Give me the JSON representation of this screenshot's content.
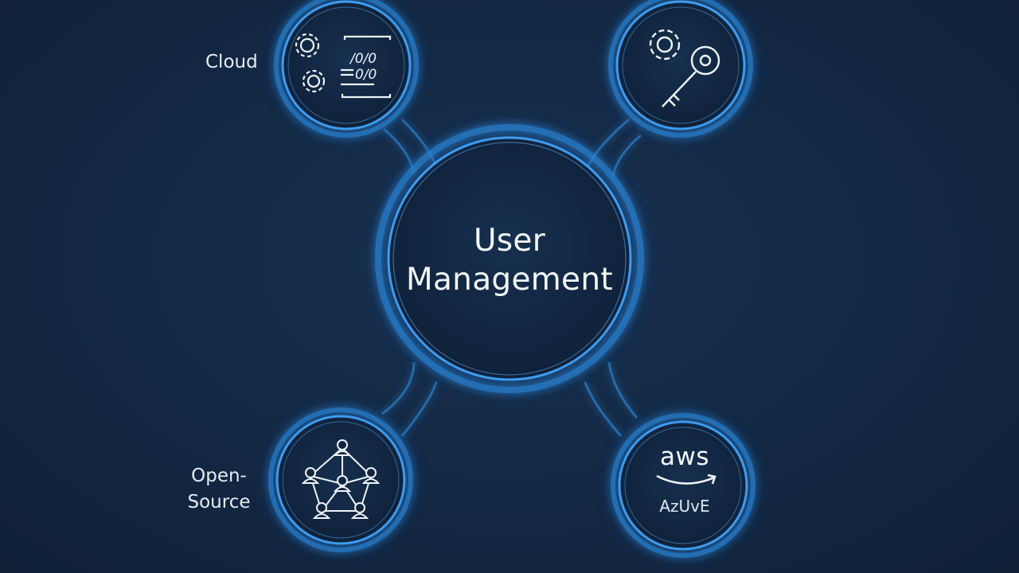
{
  "diagram": {
    "center": {
      "title_line1": "User",
      "title_line2": "Management"
    },
    "nodes": {
      "cloud": {
        "label": "Cloud",
        "icon": "gears-and-binary-code-icon",
        "binary_text": "/0/0"
      },
      "security": {
        "label": "",
        "icon": "gear-and-key-icon"
      },
      "open_source": {
        "label_line1": "Open-",
        "label_line2": "Source",
        "icon": "user-network-icon"
      },
      "providers": {
        "aws": "aws",
        "azure": "AzUvE",
        "icon": "aws-smile-arrow-icon"
      }
    },
    "colors": {
      "background": "#13243d",
      "ring_glow": "#2f8fe6",
      "ring_inner": "#6cc0ff",
      "icon_stroke": "#eef3fa"
    }
  }
}
